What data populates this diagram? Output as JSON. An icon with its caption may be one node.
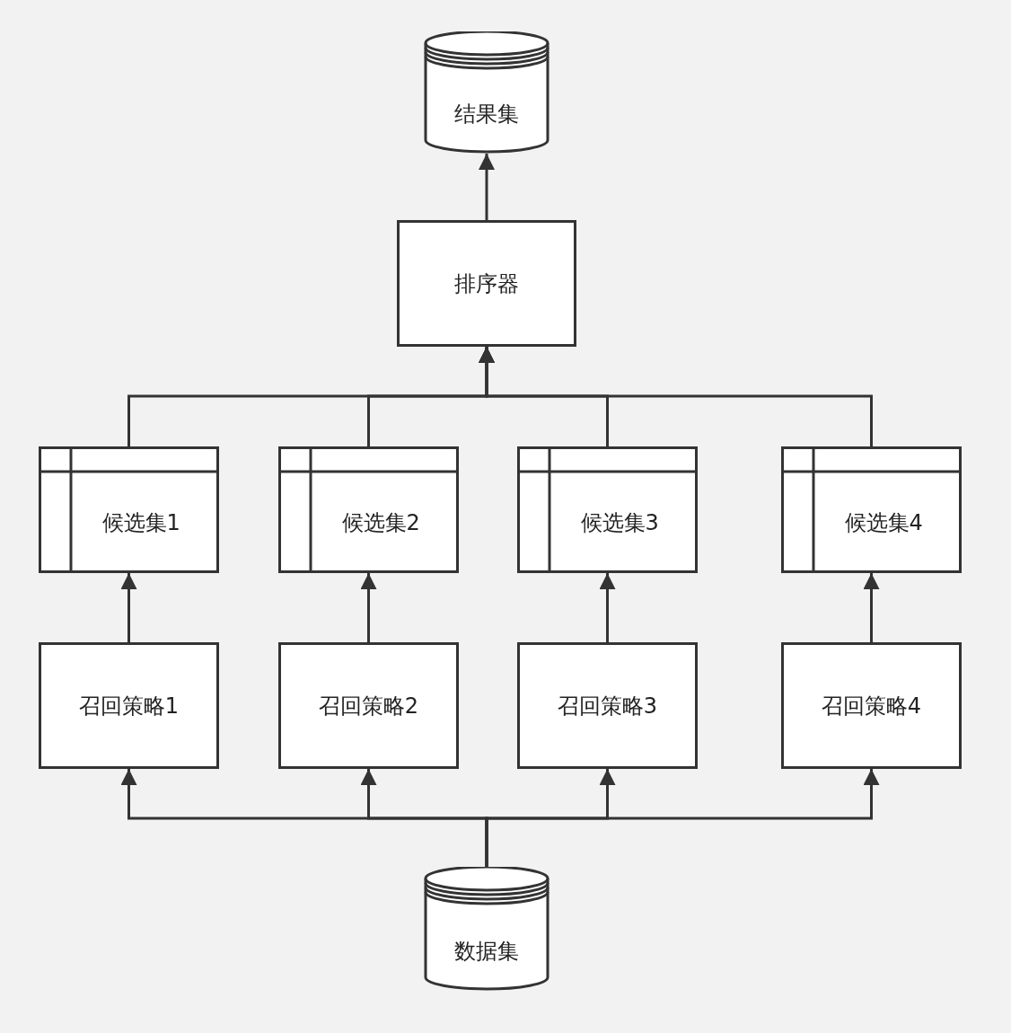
{
  "diagram": {
    "nodes": [
      {
        "text": [
          "结果集"
        ]
      },
      {
        "text": [
          "排序器"
        ]
      },
      {
        "text": [
          "候选集1"
        ]
      },
      {
        "text": [
          "候选集2"
        ]
      },
      {
        "text": [
          "候选集3"
        ]
      },
      {
        "text": [
          "候选集4"
        ]
      },
      {
        "text": [
          "召回策略1"
        ]
      },
      {
        "text": [
          "召回策略2"
        ]
      },
      {
        "text": [
          "召回策略3"
        ]
      },
      {
        "text": [
          "召回策略4"
        ]
      },
      {
        "text": [
          "数据集"
        ]
      }
    ],
    "edges": [
      {
        "from": 10,
        "to": 6,
        "arrow": "to"
      },
      {
        "from": 10,
        "to": 7,
        "arrow": "to"
      },
      {
        "from": 10,
        "to": 8,
        "arrow": "to"
      },
      {
        "from": 10,
        "to": 9,
        "arrow": "to"
      },
      {
        "from": 6,
        "to": 2,
        "arrow": "to"
      },
      {
        "from": 7,
        "to": 3,
        "arrow": "to"
      },
      {
        "from": 8,
        "to": 4,
        "arrow": "to"
      },
      {
        "from": 9,
        "to": 5,
        "arrow": "to"
      },
      {
        "from": 2,
        "to": 1,
        "arrow": "to"
      },
      {
        "from": 3,
        "to": 1,
        "arrow": "to"
      },
      {
        "from": 4,
        "to": 1,
        "arrow": "to"
      },
      {
        "from": 5,
        "to": 1,
        "arrow": "to"
      },
      {
        "from": 1,
        "to": 0,
        "arrow": "to"
      }
    ]
  }
}
